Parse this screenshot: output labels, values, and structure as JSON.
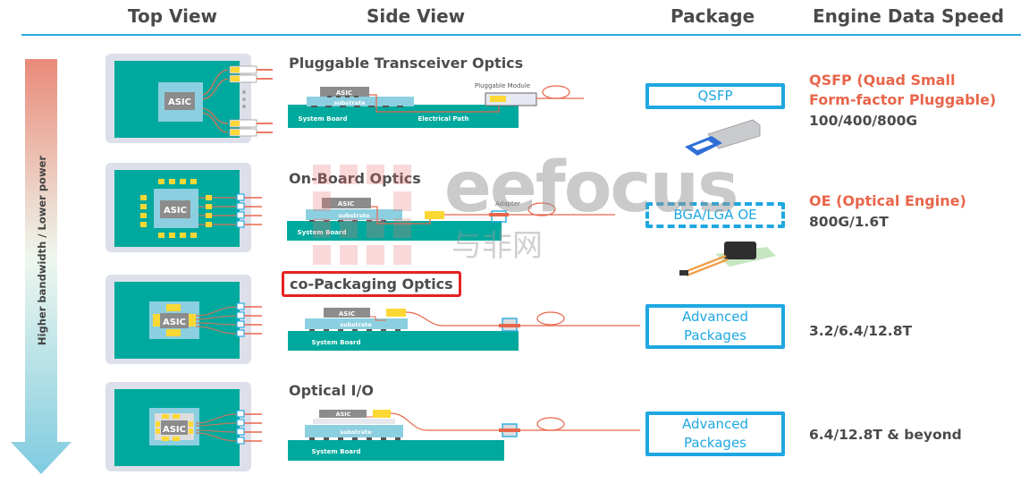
{
  "headers": {
    "top_view": "Top View",
    "side_view": "Side View",
    "package": "Package",
    "speed": "Engine Data Speed"
  },
  "trend_arrow": {
    "label": "Higher bandwidth / Lower power",
    "colors": {
      "top": "#e98a78",
      "middle": "#eef7ee",
      "bottom": "#7fcbe0"
    }
  },
  "colors": {
    "board": "#00a99d",
    "substrate": "#8ccfe0",
    "asic": "#8c8c8c",
    "optical": "#e8664b",
    "pkg_border": "#1ea7e1",
    "highlight": "#e52222",
    "pad": "#fdd835"
  },
  "rows": [
    {
      "title": "Pluggable Transceiver Optics",
      "highlighted": false,
      "asic_label": "ASIC",
      "substrate_label": "substrate",
      "board_label": "System Board",
      "extra_labels": {
        "module": "Pluggable Module",
        "path": "Electrical Path"
      },
      "package": "QSFP",
      "package_style": "solid",
      "speed_title": "QSFP (Quad Small Form-factor Pluggable)",
      "speed_title_lines": [
        "QSFP (Quad Small",
        "Form-factor Pluggable)"
      ],
      "speed": "100/400/800G"
    },
    {
      "title": "On-Board Optics",
      "highlighted": false,
      "asic_label": "ASIC",
      "substrate_label": "substrate",
      "board_label": "System Board",
      "extra_labels": {
        "adapter": "Adapter"
      },
      "package": "BGA/LGA OE",
      "package_style": "dashed",
      "speed_title": "OE (Optical Engine)",
      "speed": "800G/1.6T"
    },
    {
      "title": "co-Packaging Optics",
      "highlighted": true,
      "asic_label": "ASIC",
      "substrate_label": "substrate",
      "board_label": "System Board",
      "package_lines": [
        "Advanced",
        "Packages"
      ],
      "package_style": "solid",
      "speed": "3.2/6.4/12.8T"
    },
    {
      "title": "Optical I/O",
      "highlighted": false,
      "asic_label": "ASIC",
      "substrate_label": "substrate",
      "board_label": "System Board",
      "package_lines": [
        "Advanced",
        "Packages"
      ],
      "package_style": "solid",
      "speed": "6.4/12.8T & beyond"
    }
  ],
  "watermark": {
    "latin": "eefocus",
    "cjk": "与非网"
  }
}
